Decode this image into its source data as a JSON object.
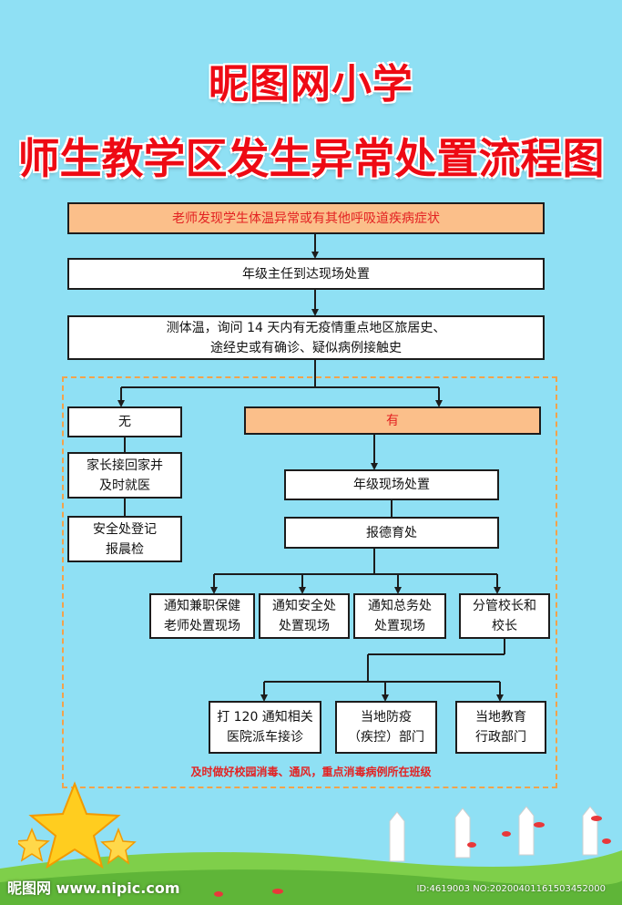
{
  "title": {
    "line1": "昵图网小学",
    "line2": "师生教学区发生异常处置流程图"
  },
  "steps": {
    "s1": "老师发现学生体温异常或有其他呼吸道疾病症状",
    "s2": "年级主任到达现场处置",
    "s3_line1": "测体温，询问 14 天内有无疫情重点地区旅居史、",
    "s3_line2": "途经史或有确诊、疑似病例接触史"
  },
  "branch_no": {
    "label": "无",
    "step1_line1": "家长接回家并",
    "step1_line2": "及时就医",
    "step2_line1": "安全处登记",
    "step2_line2": "报晨检"
  },
  "branch_yes": {
    "label": "有",
    "step1": "年级现场处置",
    "step2": "报德育处",
    "notify": [
      {
        "line1": "通知兼职保健",
        "line2": "老师处置现场"
      },
      {
        "line1": "通知安全处",
        "line2": "处置现场"
      },
      {
        "line1": "通知总务处",
        "line2": "处置现场"
      },
      {
        "line1": "分管校长和",
        "line2": "校长"
      }
    ],
    "final": [
      {
        "line1": "打 120 通知相关",
        "line2": "医院派车接诊"
      },
      {
        "line1": "当地防疫",
        "line2": "（疾控）部门"
      },
      {
        "line1": "当地教育",
        "line2": "行政部门"
      }
    ]
  },
  "note": "及时做好校园消毒、通风，重点消毒病例所在班级",
  "watermark": {
    "left": "昵图网 www.nipic.com",
    "right": "ID:4619003 NO:20200401161503452000"
  },
  "colors": {
    "background": "#8fe0f4",
    "title": "#ee0a14",
    "orange_box": "#fbbf8a",
    "dashed_border": "#f4a24a",
    "note": "#e32222"
  }
}
